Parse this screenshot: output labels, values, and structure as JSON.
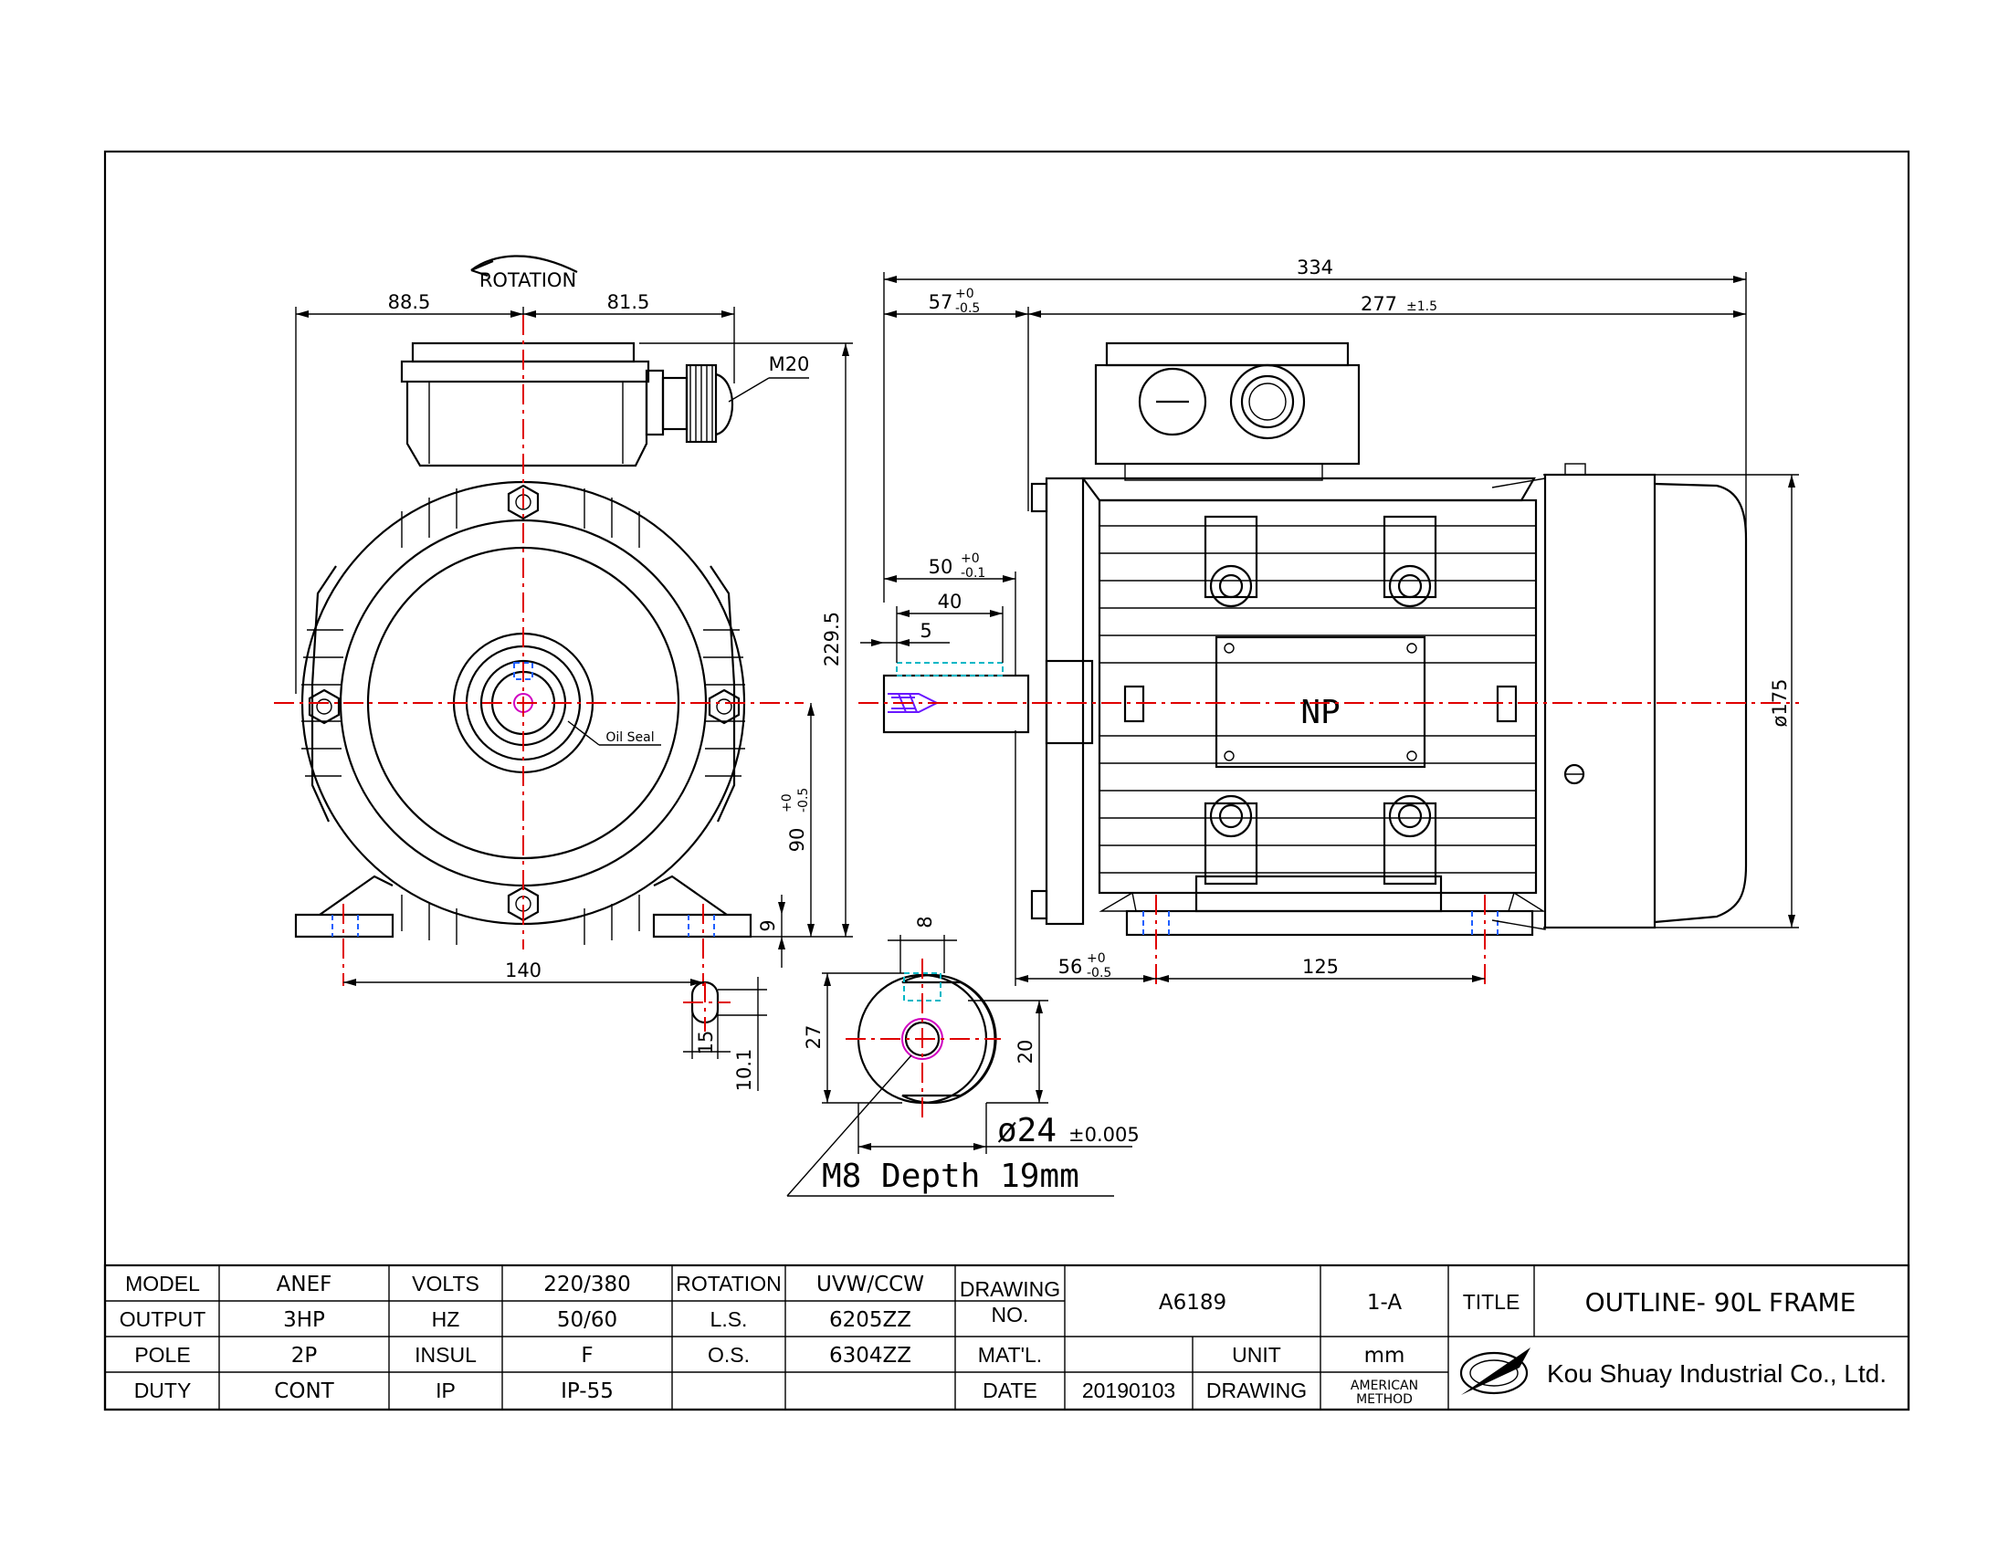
{
  "front_view": {
    "rotation_label": "ROTATION",
    "dim_left": "88.5",
    "dim_right": "81.5",
    "cable_gland": "M20",
    "height_total": "229.5",
    "shaft_height": "90",
    "shaft_height_tol_upper": "+0",
    "shaft_height_tol_lower": "-0.5",
    "foot_thickness": "9",
    "foot_span": "140",
    "oil_seal_label": "Oil Seal"
  },
  "slot_detail": {
    "width": "15",
    "length": "10.1"
  },
  "side_view": {
    "length_total": "334",
    "shaft_length": "57",
    "shaft_length_tol_upper": "+0",
    "shaft_length_tol_lower": "-0.5",
    "body_length": "277",
    "body_length_tol": "±1.5",
    "key_length": "50",
    "key_length_tol_upper": "+0",
    "key_length_tol_lower": "-0.1",
    "key_slot": "40",
    "key_offset": "5",
    "nameplate_label": "NP",
    "frame_diameter": "ø175",
    "foot_offset": "56",
    "foot_offset_tol_upper": "+0",
    "foot_offset_tol_lower": "-0.5",
    "foot_hole_span": "125"
  },
  "shaft_section": {
    "key_width": "8",
    "key_depth": "27",
    "section_width": "20",
    "shaft_diameter": "ø24",
    "shaft_diameter_tol": "±0.005",
    "tapped_hole": "M8 Depth 19mm"
  },
  "title_block": {
    "specs": [
      [
        "MODEL",
        "ANEF",
        "VOLTS",
        "220/380",
        "ROTATION",
        "UVW/CCW"
      ],
      [
        "OUTPUT",
        "3HP",
        "HZ",
        "50/60",
        "L.S.",
        "6205ZZ"
      ],
      [
        "POLE",
        "2P",
        "INSUL",
        "F",
        "O.S.",
        "6304ZZ"
      ],
      [
        "DUTY",
        "CONT",
        "IP",
        "IP-55",
        "",
        ""
      ]
    ],
    "drawing_no_label_1": "DRAWING",
    "drawing_no_label_2": "NO.",
    "drawing_no": "A6189",
    "revision": "1-A",
    "title_label": "TITLE",
    "title": "OUTLINE- 90L FRAME",
    "material_label": "MAT'L.",
    "material": "",
    "unit_label": "UNIT",
    "unit": "mm",
    "date_label": "DATE",
    "date": "20190103",
    "drawing_label": "DRAWING",
    "method_1": "AMERICAN",
    "method_2": "METHOD",
    "company": "Kou Shuay Industrial Co., Ltd.",
    "logo_icon": "kou-shuay-logo-icon"
  }
}
